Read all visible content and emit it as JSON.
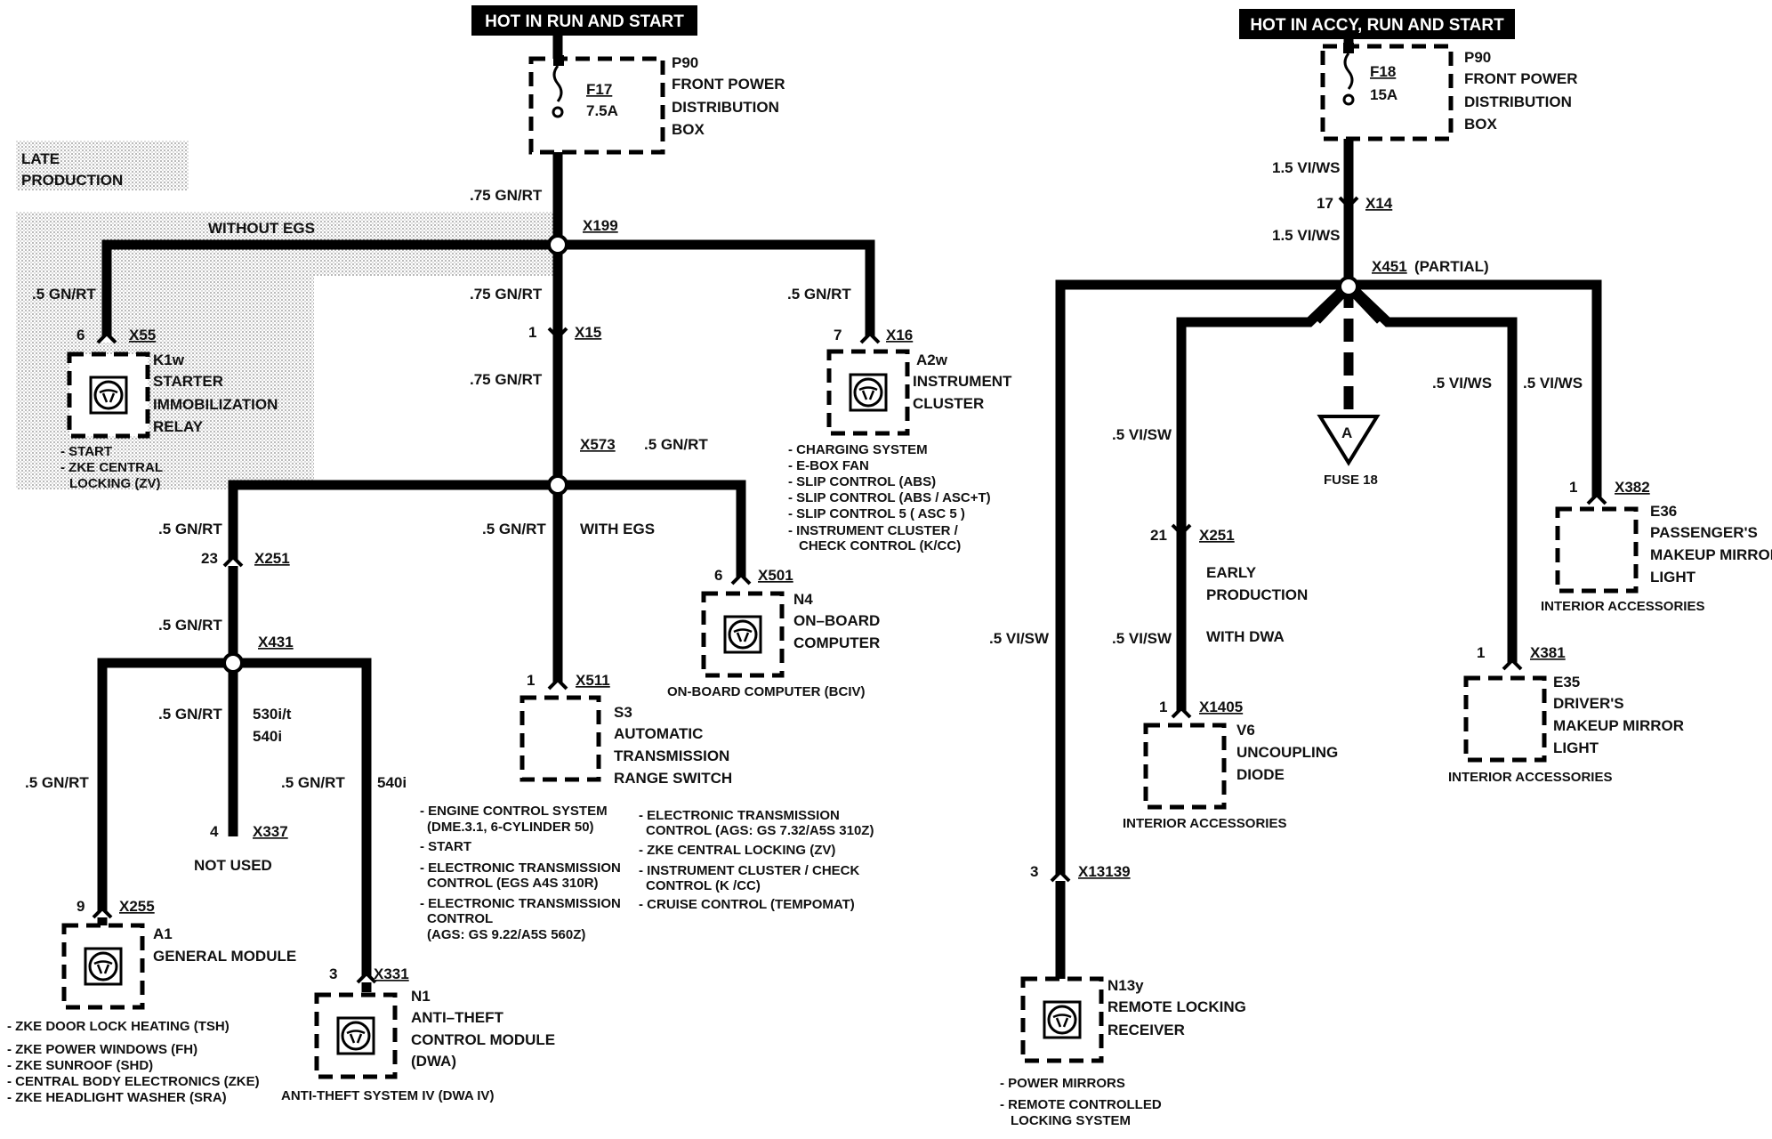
{
  "headers": {
    "left": "HOT IN RUN AND START",
    "right": "HOT IN ACCY, RUN AND START"
  },
  "fuse_left": {
    "ref": "P90",
    "fuse": "F17",
    "rating": "7.5A",
    "name_l1": "FRONT POWER",
    "name_l2": "DISTRIBUTION",
    "name_l3": "BOX"
  },
  "fuse_right": {
    "ref": "P90",
    "fuse": "F18",
    "rating": "15A",
    "name_l1": "FRONT POWER",
    "name_l2": "DISTRIBUTION",
    "name_l3": "BOX"
  },
  "late_production": {
    "l1": "LATE",
    "l2": "PRODUCTION"
  },
  "without_egs": "WITHOUT EGS",
  "with_egs": "WITH EGS",
  "wires": {
    "gnrt075": ".75 GN/RT",
    "gnrt05": ".5 GN/RT",
    "viws15": "1.5 VI/WS",
    "viws05": ".5 VI/WS",
    "visw05": ".5 VI/SW"
  },
  "connectors": {
    "x199": "X199",
    "x15": "X15",
    "x15_pin": "1",
    "x573": "X573",
    "x16": "X16",
    "x16_pin": "7",
    "x55": "X55",
    "x55_pin": "6",
    "x251": "X251",
    "x251_pin": "23",
    "x431": "X431",
    "x501": "X501",
    "x501_pin": "6",
    "x511": "X511",
    "x511_pin": "1",
    "x337": "X337",
    "x337_pin": "4",
    "x255": "X255",
    "x255_pin": "9",
    "x331": "X331",
    "x331_pin": "3",
    "x14": "X14",
    "x14_pin": "17",
    "x451": "X451",
    "x451_note": "(PARTIAL)",
    "x251r": "X251",
    "x251r_pin": "21",
    "x1405": "X1405",
    "x1405_pin": "1",
    "x382": "X382",
    "x382_pin": "1",
    "x381": "X381",
    "x381_pin": "1",
    "x13139": "X13139",
    "x13139_pin": "3"
  },
  "branch_notes": {
    "n530": "530i/t",
    "n540": "540i",
    "n540b": "540i",
    "not_used": "NOT USED",
    "early": "EARLY",
    "production": "PRODUCTION",
    "with_dwa": "WITH DWA"
  },
  "components": {
    "k1w": {
      "ref": "K1w",
      "l1": "STARTER",
      "l2": "IMMOBILIZATION",
      "l3": "RELAY",
      "notes": [
        "- START",
        "- ZKE CENTRAL",
        "LOCKING (ZV)"
      ]
    },
    "a2w": {
      "ref": "A2w",
      "l1": "INSTRUMENT",
      "l2": "CLUSTER",
      "notes": [
        "- CHARGING SYSTEM",
        "- E-BOX FAN",
        "- SLIP CONTROL (ABS)",
        "- SLIP CONTROL (ABS / ASC+T)",
        "- SLIP CONTROL 5 ( ASC 5 )",
        "- INSTRUMENT CLUSTER /",
        "CHECK CONTROL (K/CC)"
      ]
    },
    "n4": {
      "ref": "N4",
      "l1": "ON–BOARD",
      "l2": "COMPUTER",
      "note": "ON-BOARD COMPUTER (BCIV)"
    },
    "s3": {
      "ref": "S3",
      "l1": "AUTOMATIC",
      "l2": "TRANSMISSION",
      "l3": "RANGE SWITCH",
      "notes_left": [
        "- ENGINE CONTROL SYSTEM",
        "(DME.3.1, 6-CYLINDER 50)",
        "- START",
        "- ELECTRONIC TRANSMISSION",
        "CONTROL (EGS A4S 310R)",
        "- ELECTRONIC TRANSMISSION",
        "CONTROL",
        "(AGS: GS 9.22/A5S 560Z)"
      ],
      "notes_right": [
        "- ELECTRONIC TRANSMISSION",
        "CONTROL (AGS: GS 7.32/A5S 310Z)",
        "- ZKE CENTRAL LOCKING (ZV)",
        "- INSTRUMENT CLUSTER / CHECK",
        "CONTROL (K /CC)",
        "- CRUISE CONTROL (TEMPOMAT)"
      ]
    },
    "a1": {
      "ref": "A1",
      "l1": "GENERAL MODULE",
      "notes": [
        "- ZKE DOOR LOCK HEATING (TSH)",
        "- ZKE POWER WINDOWS (FH)",
        "- ZKE SUNROOF (SHD)",
        "- CENTRAL BODY ELECTRONICS (ZKE)",
        "- ZKE HEADLIGHT WASHER (SRA)"
      ]
    },
    "n1": {
      "ref": "N1",
      "l1": "ANTI–THEFT",
      "l2": "CONTROL MODULE",
      "l3": "(DWA)",
      "note": "ANTI-THEFT SYSTEM IV (DWA IV)"
    },
    "fuse18": {
      "letter": "A",
      "label": "FUSE 18"
    },
    "v6": {
      "ref": "V6",
      "l1": "UNCOUPLING",
      "l2": "DIODE",
      "note": "INTERIOR ACCESSORIES"
    },
    "e36": {
      "ref": "E36",
      "l1": "PASSENGER'S",
      "l2": "MAKEUP MIRROR",
      "l3": "LIGHT",
      "note": "INTERIOR ACCESSORIES"
    },
    "e35": {
      "ref": "E35",
      "l1": "DRIVER'S",
      "l2": "MAKEUP MIRROR",
      "l3": "LIGHT",
      "note": "INTERIOR ACCESSORIES"
    },
    "n13y": {
      "ref": "N13y",
      "l1": "REMOTE LOCKING",
      "l2": "RECEIVER",
      "notes": [
        "- POWER MIRRORS",
        "- REMOTE CONTROLLED",
        "LOCKING SYSTEM"
      ]
    }
  }
}
